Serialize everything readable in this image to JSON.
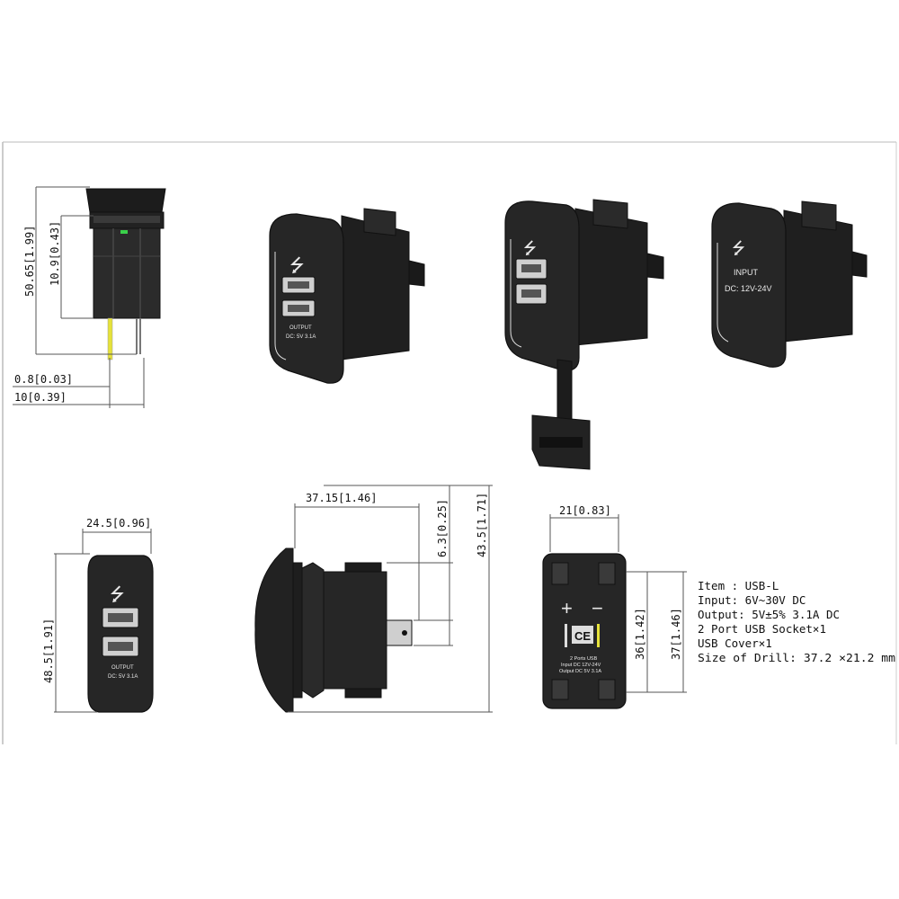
{
  "dimensions": {
    "side_height": "50.65[1.99]",
    "side_upper": "10.9[0.43]",
    "pin_thickness": "0.8[0.03]",
    "pin_length": "10[0.39]",
    "front_width": "24.5[0.96]",
    "front_height": "48.5[1.91]",
    "body_depth": "37.15[1.46]",
    "tab_height": "6.3[0.25]",
    "body_height": "43.5[1.71]",
    "rear_width": "21[0.83]",
    "rear_inner": "36[1.42]",
    "rear_outer": "37[1.46]"
  },
  "labels": {
    "usb_symbol": "⭍",
    "output_block": "OUTPUT\nDC: 5V 3.1A",
    "output_line1": "OUTPUT",
    "output_line2": "DC: 5V 3.1A",
    "input_line1": "INPUT",
    "input_line2": "DC: 12V-24V",
    "rear_plus": "+",
    "rear_minus": "−",
    "rear_ce": "CE",
    "rear_text1": "2 Ports USB",
    "rear_text2": "Input DC 12V-24V",
    "rear_text3": "Output DC 5V 3.1A"
  },
  "specs": [
    "Item : USB-L",
    "Input: 6V~30V DC",
    "Output: 5V±5%  3.1A DC",
    "2 Port USB Socket×1",
    "USB Cover×1",
    "Size of Drill: 37.2 ×21.2 mm"
  ],
  "colors": {
    "body": "#2a2a2a",
    "outline": "#111111",
    "led_green": "#3ad14a",
    "wire_yellow": "#e6e23a",
    "dim_line": "#555555"
  }
}
